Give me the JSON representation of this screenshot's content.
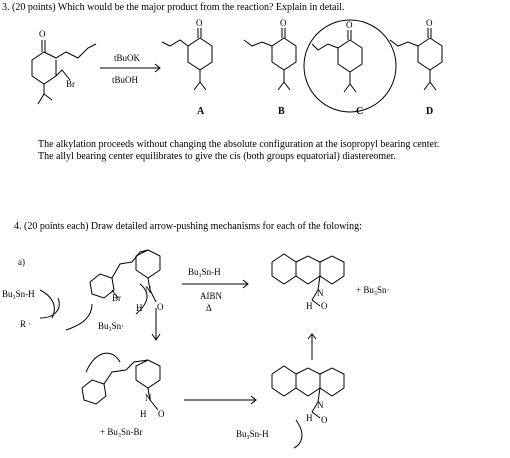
{
  "q3": {
    "question": "3. (20 points) Which would be the major product from the reaction? Explain in detail.",
    "reagent_top": "tBuOK",
    "reagent_bottom": "tBuOH",
    "atom_o": "O",
    "atom_br": "Br",
    "labels": [
      "A",
      "B",
      "C",
      "D"
    ],
    "answer_line1": "The alkylation proceeds without changing the absolute configuration at the isopropyl bearing center.",
    "answer_line2": "The allyl bearing center equilibrates to give the cis (both groups equatorial) diastereomer."
  },
  "q4": {
    "question": "4. (20 points each) Draw detailed arrow-pushing mechanisms for each of the folowing:",
    "part": "a)",
    "reagent_top": "Bu₃Sn-H",
    "reagent_mid": "AIBN",
    "reagent_bottom": "Δ",
    "product_extra": "+  Bu₃Sn·",
    "left_reagent": "Bu₃Sn-H",
    "radical_init": "R ·",
    "tin_radical": "Bu₃Sn·",
    "byproduct": "+ Bu₃Sn-Br",
    "bottom_reagent": "Bu₃Sn-H",
    "atom_n": "N",
    "atom_h": "H",
    "atom_o": "O",
    "atom_br": "Br"
  }
}
